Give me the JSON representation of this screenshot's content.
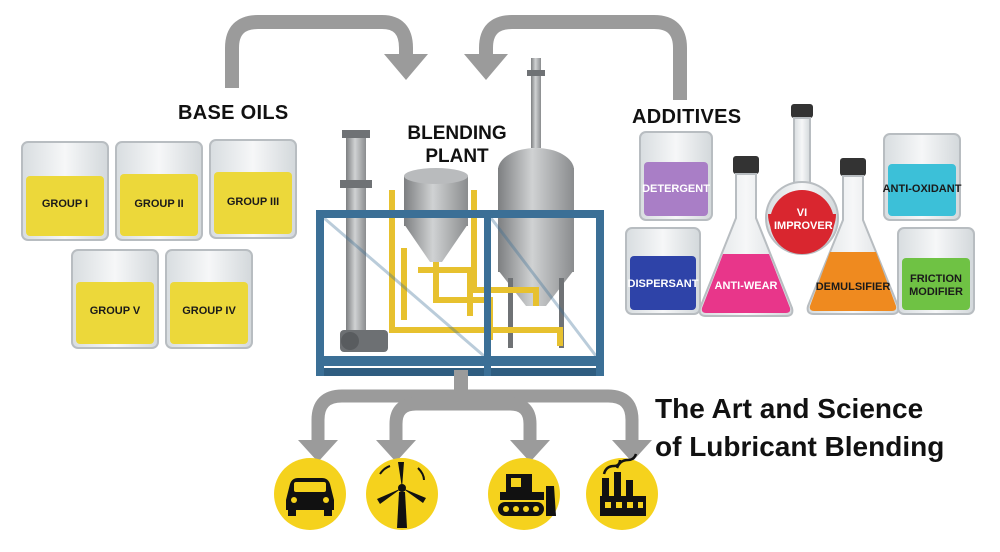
{
  "base_oils": {
    "title": "BASE OILS",
    "groups": [
      "GROUP I",
      "GROUP II",
      "GROUP III",
      "GROUP V",
      "GROUP IV"
    ]
  },
  "plant": {
    "line1": "BLENDING",
    "line2": "PLANT"
  },
  "additives": {
    "title": "ADDITIVES",
    "items": [
      "DETERGENT",
      "DISPERSANT",
      "ANTI-WEAR",
      "VI IMPROVER",
      "DEMULSIFIER",
      "ANTI-OXIDANT",
      "FRICTION MODIFIER"
    ]
  },
  "headline": {
    "line1": "The Art and Science",
    "line2": "of Lubricant Blending"
  },
  "applications": [
    {
      "icon": "car-icon"
    },
    {
      "icon": "wind-turbine-icon"
    },
    {
      "icon": "bulldozer-icon"
    },
    {
      "icon": "factory-icon"
    }
  ],
  "colors": {
    "arrow": "#9b9b9b",
    "base_oil": "#ecd83a",
    "frame": "#3b6f96",
    "pipe": "#e7c12f",
    "detergent": "#a97ec6",
    "dispersant": "#2e43a8",
    "anti_wear": "#e8368a",
    "vi_improver": "#d9262f",
    "demulsifier": "#ef8a1f",
    "anti_oxidant": "#3cc0d8",
    "friction_modifier": "#6fc244",
    "badge": "#f5d21d"
  }
}
